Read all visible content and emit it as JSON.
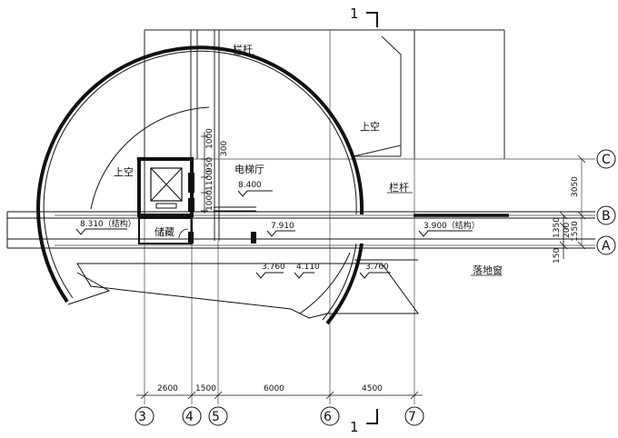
{
  "section_mark": {
    "label": "1"
  },
  "axes_v": [
    {
      "id": "3",
      "label": "③"
    },
    {
      "id": "4",
      "label": "④"
    },
    {
      "id": "5",
      "label": "⑤"
    },
    {
      "id": "6",
      "label": "⑥"
    },
    {
      "id": "7",
      "label": "⑦"
    }
  ],
  "axes_h": [
    {
      "id": "C",
      "label": "C"
    },
    {
      "id": "B",
      "label": "B"
    },
    {
      "id": "A",
      "label": "A"
    }
  ],
  "dims_bottom": [
    "2600",
    "1500",
    "6000",
    "4500"
  ],
  "dims_right": {
    "outer": "3050",
    "inner": "1550",
    "d1": "1350",
    "d2": "200",
    "d3": "150"
  },
  "dims_elevator": [
    "1000",
    "950",
    "1100",
    "1000",
    "300"
  ],
  "texts": {
    "railing_top": "栏杆",
    "railing_right": "栏杆",
    "void_left": "上空",
    "void_right": "上空",
    "elevator_hall": "电梯厅",
    "storage": "储藏",
    "french_window": "落地窗"
  },
  "levels": {
    "hall": "8.400",
    "left_struct": "8.310（结构）",
    "mid": "7.910",
    "right_struct": "3.900（结构）",
    "low_left": "3.760",
    "low_mid": "4.110",
    "low_right": "3.760"
  }
}
